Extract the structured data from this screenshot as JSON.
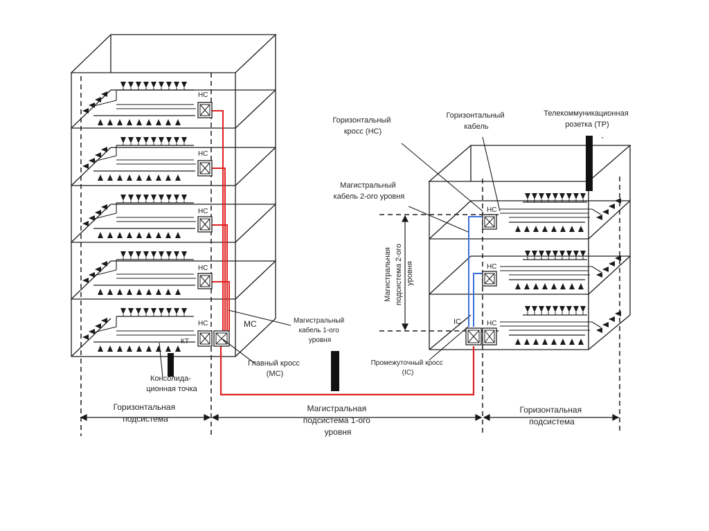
{
  "labels": {
    "left_hc": "НС",
    "left_mc": "МС",
    "left_kt": "КТ",
    "right_hc": "НС",
    "right_ic": "IC",
    "horiz_cross": [
      "Горизонтальный",
      "кросс (НС)"
    ],
    "horiz_cable": [
      "Горизонтальный",
      "кабель"
    ],
    "telecom_outlet": [
      "Телекоммуникационная",
      "розетка (ТР)"
    ],
    "backbone_cable_2": [
      "Магистральный",
      "кабель 2-ого уровня"
    ],
    "backbone_sub_2": [
      "Магистральная",
      "подсистема 2-ого",
      "уровня"
    ],
    "backbone_cable_1": [
      "Магистральный",
      "кабель 1-ого",
      "уровня"
    ],
    "main_cross": [
      "Главный кросс",
      "(МС)"
    ],
    "intermediate_cross": [
      "Промежуточный кросс",
      "(IC)"
    ],
    "consolidation_point": [
      "Консолида-",
      "ционная точка"
    ],
    "horiz_subsystem_left": [
      "Горизонтальная",
      "подсистема"
    ],
    "backbone_sub_1": [
      "Магистральная",
      "подсистема 1-ого",
      "уровня"
    ],
    "horiz_subsystem_right": [
      "Горизонтальная",
      "подсистема"
    ]
  },
  "colors": {
    "line": "#1a1a1a",
    "backbone_1": "#e02020",
    "backbone_2": "#3a6fd8"
  }
}
